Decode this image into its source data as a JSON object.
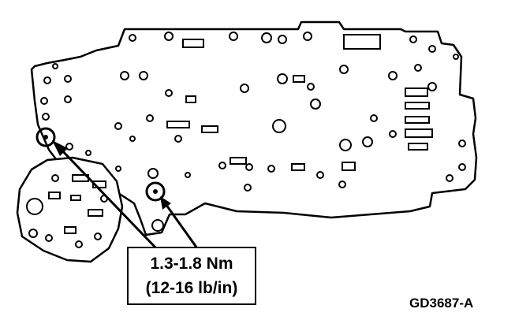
{
  "callout": {
    "torque_nm": "1.3-1.8 Nm",
    "torque_lbin": "(12-16 lb/in)"
  },
  "figure_code": "GD3687-A",
  "colors": {
    "ink": "#000000",
    "paper": "#ffffff"
  }
}
